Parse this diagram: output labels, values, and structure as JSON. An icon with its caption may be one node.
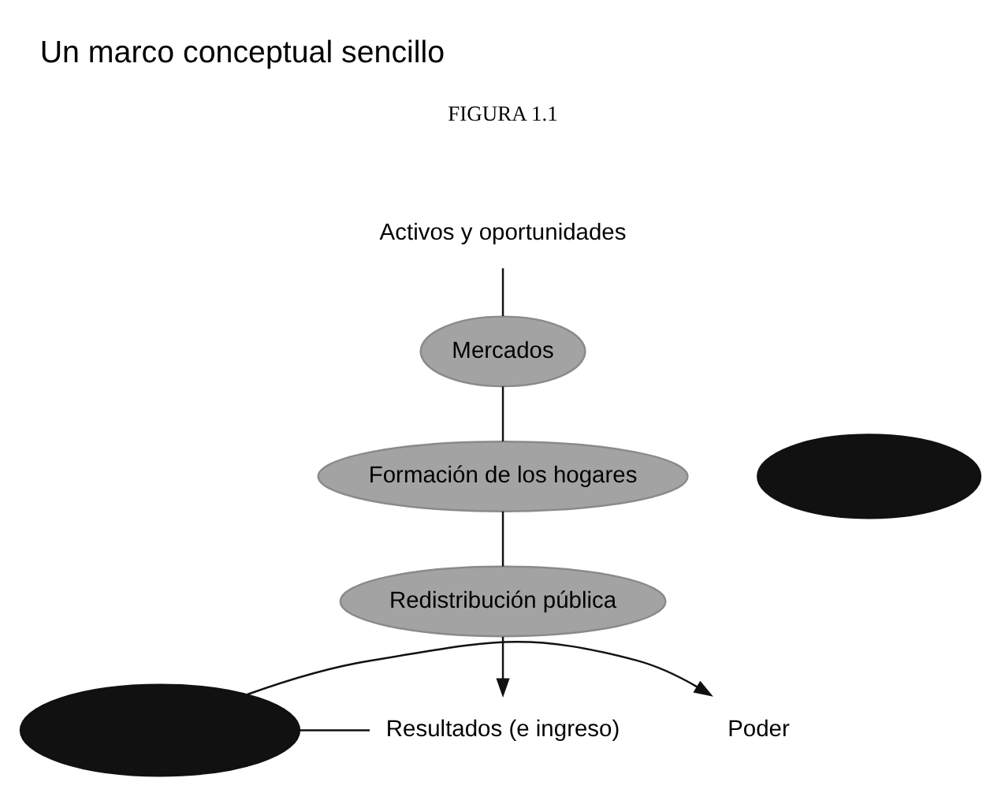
{
  "diagram": {
    "title": "Un marco conceptual sencillo",
    "nodes": [
      {
        "text": [
          "Activos y oportunidades"
        ]
      },
      {
        "text": [
          "Mercados"
        ]
      },
      {
        "text": [
          "Formación de los hogares"
        ]
      },
      {
        "text": [
          "Redistribución pública"
        ]
      },
      {
        "text": [],
        "shape": "ellipse"
      },
      {
        "text": [],
        "shape": "ellipse"
      },
      {
        "text": [
          "Poder"
        ]
      },
      {
        "text": [
          "Resultados (e ingreso)"
        ]
      }
    ],
    "edges": [
      {
        "from": 0,
        "to": 1,
        "arrow": "none"
      },
      {
        "from": 1,
        "to": 2,
        "arrow": "none"
      },
      {
        "from": 2,
        "to": 3,
        "arrow": "none"
      },
      {
        "from": 3,
        "to": 7,
        "arrow": "to"
      },
      {
        "from": 5,
        "to": 6,
        "arrow": "to"
      },
      {
        "from": 5,
        "to": 7,
        "arrow": "none"
      }
    ],
    "labels": [
      "FIGURA 1.1"
    ]
  }
}
